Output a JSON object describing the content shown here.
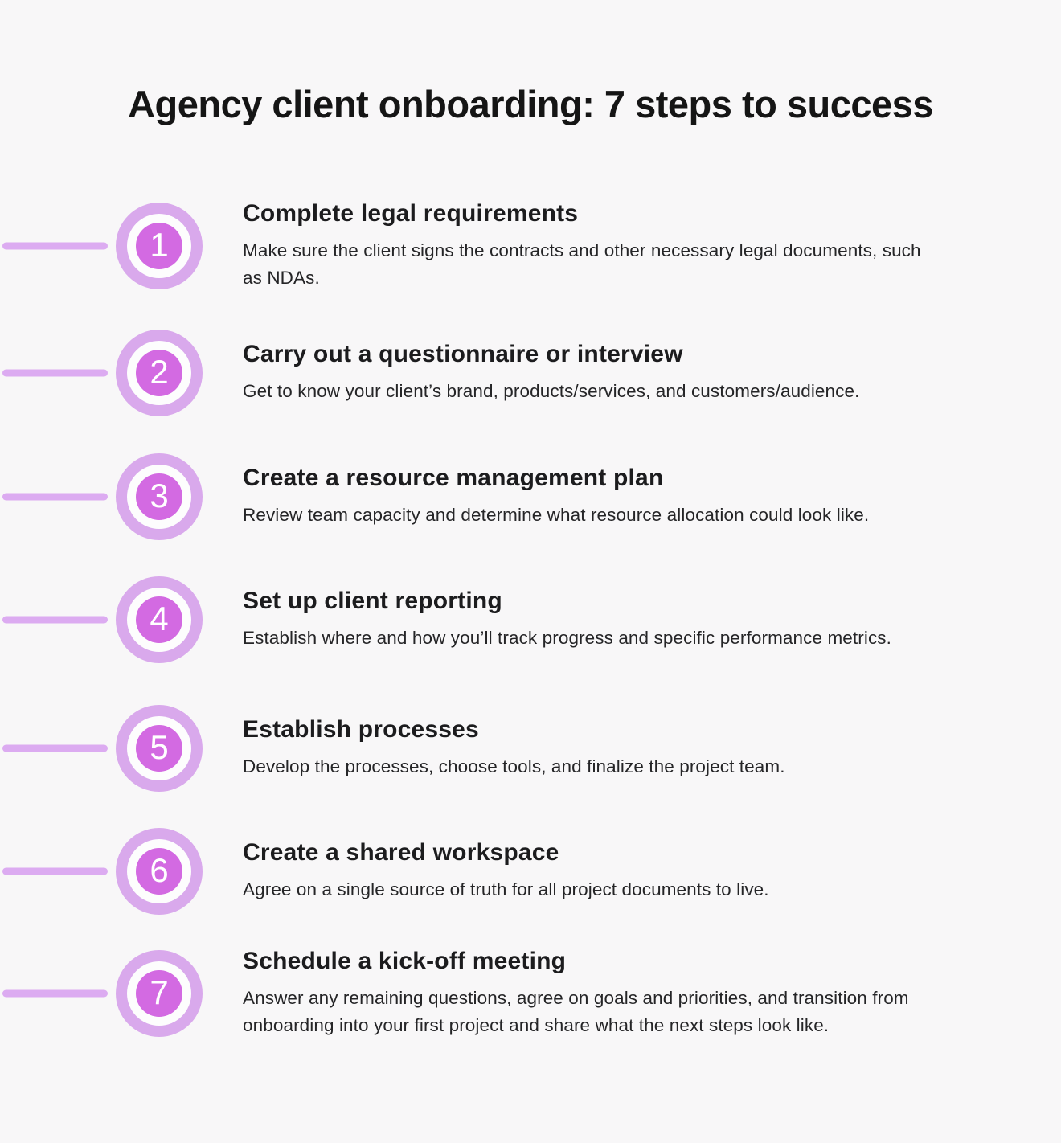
{
  "title": "Agency client onboarding: 7 steps to success",
  "colors": {
    "background": "#f8f7f8",
    "ring": "#d9a9ec",
    "badge_inner": "#d36ae2",
    "badge_number": "#ffffff",
    "badge_gap": "#fdfdfd",
    "connector": "#dcabf1",
    "title_text": "#151515",
    "heading_text": "#1c1c1e",
    "body_text": "#252527"
  },
  "steps": [
    {
      "number": "1",
      "heading": "Complete legal requirements",
      "description": "Make sure the client signs the contracts and other necessary legal documents, such as NDAs."
    },
    {
      "number": "2",
      "heading": "Carry out a questionnaire or interview",
      "description": "Get to know your client’s brand, products/services, and customers/audience."
    },
    {
      "number": "3",
      "heading": "Create a resource management plan",
      "description": "Review team capacity and determine what resource allocation could look like."
    },
    {
      "number": "4",
      "heading": "Set up client reporting",
      "description": "Establish where and how you’ll track progress and specific performance metrics."
    },
    {
      "number": "5",
      "heading": "Establish processes",
      "description": "Develop the processes, choose tools, and finalize the project team."
    },
    {
      "number": "6",
      "heading": "Create a shared workspace",
      "description": "Agree on a single source of truth for all project documents to live."
    },
    {
      "number": "7",
      "heading": "Schedule a kick-off meeting",
      "description": "Answer any remaining questions, agree on goals and priorities, and transition from onboarding into your first project and share what the next steps look like."
    }
  ]
}
